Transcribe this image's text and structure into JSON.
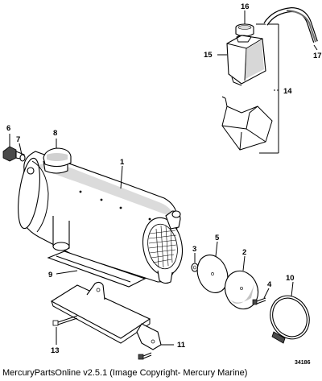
{
  "diagram": {
    "callouts": {
      "c1": "1",
      "c2": "2",
      "c3": "3",
      "c4": "4",
      "c5": "5",
      "c6": "6",
      "c7": "7",
      "c8": "8",
      "c9": "9",
      "c10": "10",
      "c11": "11",
      "c13": "13",
      "c14": "14",
      "c15": "15",
      "c16": "16",
      "c17": "17"
    },
    "drawing_number": "34186"
  },
  "footer": {
    "text": "MercuryPartsOnline v2.5.1 (Image Copyright- Mercury Marine)"
  }
}
